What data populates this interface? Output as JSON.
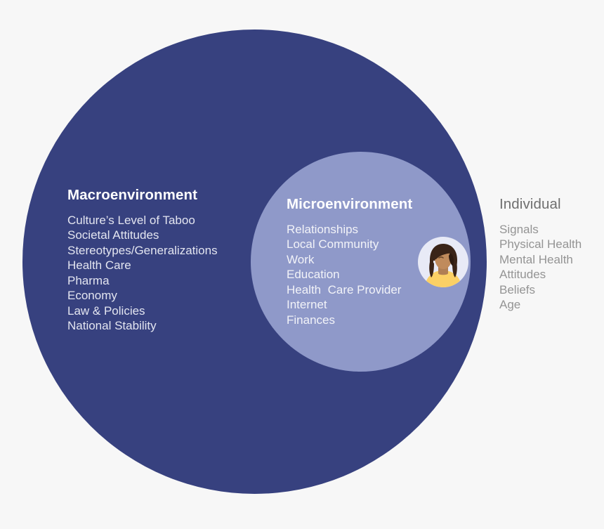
{
  "background_color": "#f7f7f7",
  "diagram": {
    "type": "concentric-circles",
    "macro": {
      "title": "Macroenvironment",
      "circle_color": "#37417f",
      "text_color": "#ffffff",
      "items": [
        "Culture’s Level of Taboo",
        "Societal Attitudes",
        "Stereotypes/Generalizations",
        "Health Care",
        "Pharma",
        "Economy",
        "Law & Policies",
        "National Stability"
      ]
    },
    "micro": {
      "title": "Microenvironment",
      "circle_color": "#8f99c9",
      "text_color": "#ffffff",
      "items": [
        "Relationships",
        "Local Community",
        "Work",
        "Education",
        "Health  Care Provider",
        "Internet",
        "Finances"
      ]
    },
    "individual": {
      "title": "Individual",
      "text_color": "#949494",
      "items": [
        "Signals",
        "Physical Health",
        "Mental Health",
        "Attitudes",
        "Beliefs",
        "Age"
      ]
    },
    "avatar": {
      "icon": "person-avatar-icon",
      "background_color": "#e8eaf6",
      "hair_color": "#3a2418",
      "skin_color": "#c08b5c",
      "shirt_color": "#fbd065"
    }
  }
}
